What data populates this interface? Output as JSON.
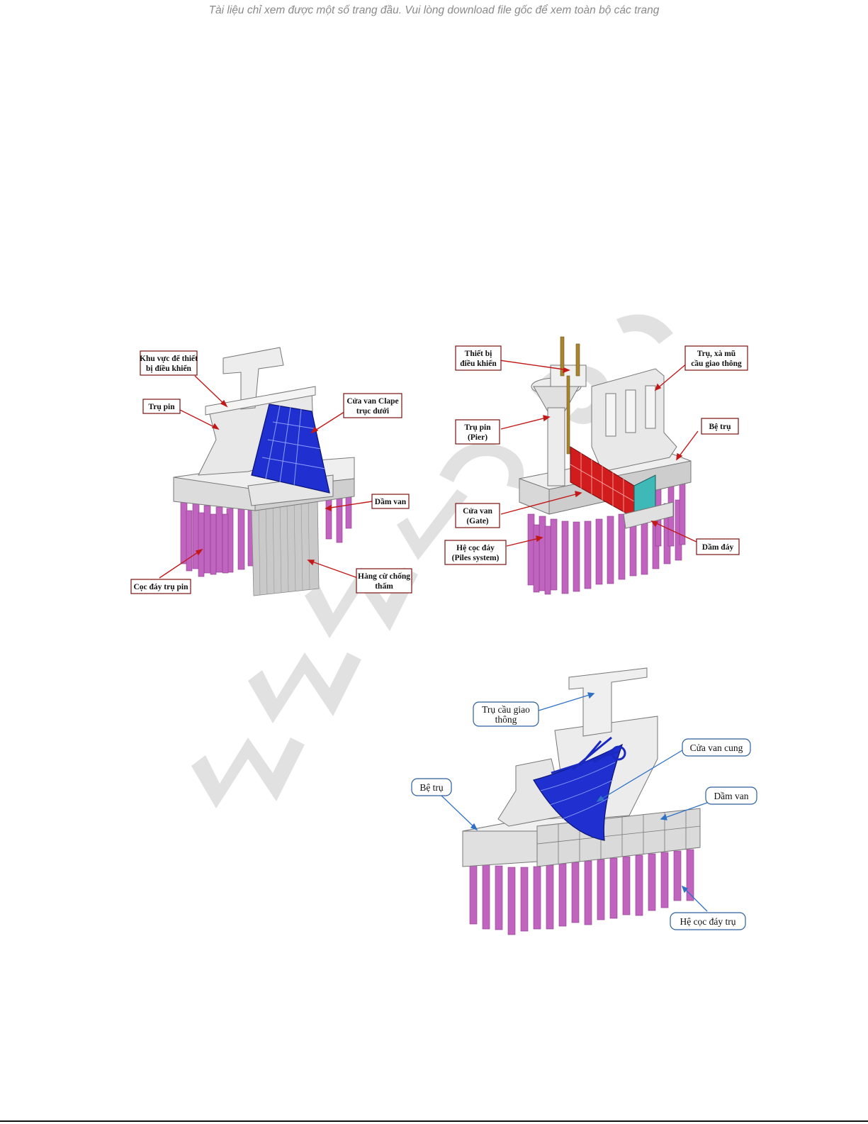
{
  "banner": "Tài liệu chỉ xem được một số trang đầu. Vui lòng download file gốc để xem toàn bộ các trang",
  "colors": {
    "pile": "#c064c0",
    "concrete": "#e4e4e4",
    "blue_gate": "#1f2fd0",
    "red_gate": "#d01c1c",
    "watermark": "#dcdcdc"
  },
  "figure1": {
    "labels": {
      "khu_vuc_line1": "Khu vực để thiết",
      "khu_vuc_line2": "bị điều khiển",
      "tru_pin": "Trụ pin",
      "cua_van_line1": "Cửa van Clape",
      "cua_van_line2": "trục dưới",
      "dam_van": "Dầm van",
      "coc_day": "Cọc đáy trụ pin",
      "hang_cu_line1": "Hàng cừ chống",
      "hang_cu_line2": "thấm"
    }
  },
  "figure2": {
    "labels": {
      "thiet_bi_line1": "Thiết bị",
      "thiet_bi_line2": "điều khiển",
      "tru_xa_line1": "Trụ, xà mũ",
      "tru_xa_line2": "cầu giao thông",
      "tru_pin_line1": "Trụ pin",
      "tru_pin_line2": "(Pier)",
      "be_tru": "Bệ trụ",
      "cua_van_line1": "Cửa van",
      "cua_van_line2": "(Gate)",
      "he_coc_line1": "Hệ cọc đáy",
      "he_coc_line2": "(Piles system)",
      "dam_day": "Dầm đáy"
    }
  },
  "figure3": {
    "labels": {
      "tru_cau_line1": "Trụ cầu giao",
      "tru_cau_line2": "thông",
      "cua_van_cung": "Cửa van cung",
      "be_tru": "Bệ trụ",
      "dam_van": "Dầm van",
      "he_coc": "Hệ cọc đáy trụ"
    }
  }
}
